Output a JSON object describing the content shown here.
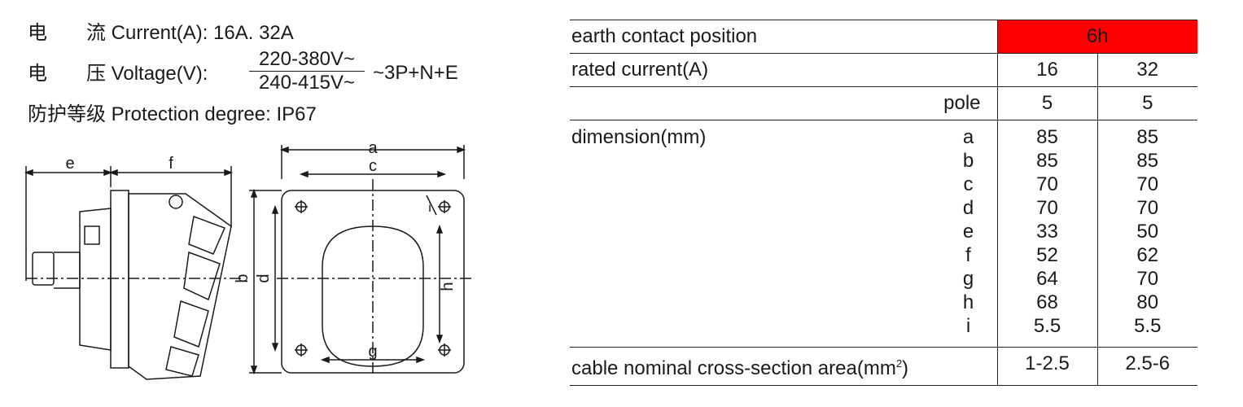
{
  "specs": {
    "current_cn": "电　　流",
    "current_en": "Current(A): 16A. 32A",
    "voltage_cn": "电　　压",
    "voltage_en": "Voltage(V):",
    "voltage_top": "220-380V~",
    "voltage_bottom": "240-415V~",
    "voltage_suffix": "~3P+N+E",
    "protection_cn": "防护等级",
    "protection_en": "Protection degree: IP67"
  },
  "drawing": {
    "labels": {
      "a": "a",
      "b": "b",
      "c": "c",
      "d": "d",
      "e": "e",
      "f": "f",
      "g": "g",
      "h": "h",
      "i": "i"
    }
  },
  "table": {
    "earth_label": "earth contact position",
    "earth_value": "6h",
    "current_label": "rated current(A)",
    "current_values": [
      "16",
      "32"
    ],
    "pole_label": "pole",
    "pole_values": [
      "5",
      "5"
    ],
    "dimension_label": "dimension(mm)",
    "dimension_keys": [
      "a",
      "b",
      "c",
      "d",
      "e",
      "f",
      "g",
      "h",
      "i"
    ],
    "dim_16": [
      "85",
      "85",
      "70",
      "70",
      "33",
      "52",
      "64",
      "68",
      "5.5"
    ],
    "dim_32": [
      "85",
      "85",
      "70",
      "70",
      "50",
      "62",
      "70",
      "80",
      "5.5"
    ],
    "cable_label": "cable nominal cross-section area(mm",
    "cable_sup": "2",
    "cable_close": ")",
    "cable_values": [
      "1-2.5",
      "2.5-6"
    ]
  },
  "colors": {
    "earth_highlight": "#ff0000",
    "ink": "#1a1a1a"
  }
}
